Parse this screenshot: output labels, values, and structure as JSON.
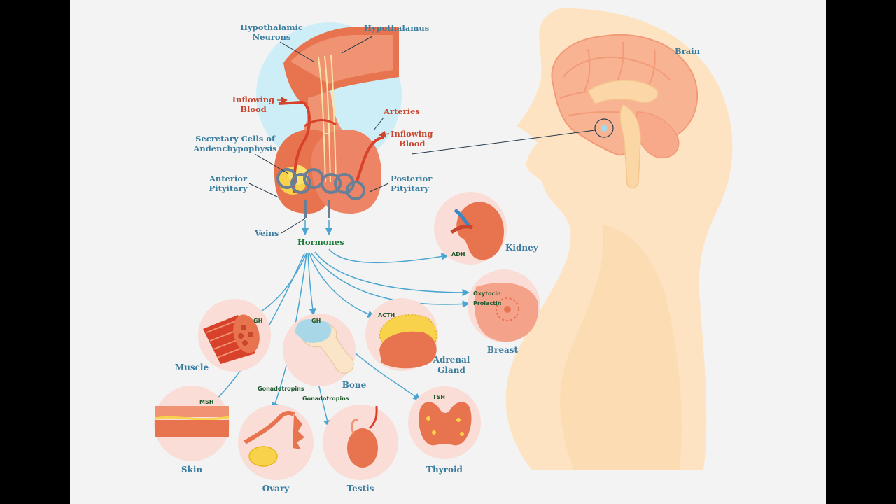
{
  "colors": {
    "background": "#f4f3f3",
    "label_blue": "#3a7c9e",
    "label_red": "#c8452e",
    "label_green": "#1f7a3c",
    "arrow": "#4aa6d0",
    "gland": "#e8734f",
    "halo": "#cdeef6",
    "silhouette": "#fde3c2"
  },
  "labels": {
    "hypothalamic_neurons_1": "Hypothalamic",
    "hypothalamic_neurons_2": "Neurons",
    "hypothalamus": "Hypothalamus",
    "inflowing_blood_left_1": "Inflowing",
    "inflowing_blood_left_2": "Blood",
    "arteries": "Arteries",
    "inflowing_blood_right_1": "Inflowing",
    "inflowing_blood_right_2": "Blood",
    "secretory_cells_1": "Secretary Cells of",
    "secretory_cells_2": "Andenchypophysis",
    "anterior_pituitary_1": "Anterior",
    "anterior_pituitary_2": "Pityitary",
    "posterior_pituitary_1": "Posterior",
    "posterior_pituitary_2": "Pityitary",
    "veins": "Veins",
    "hormones": "Hormones",
    "brain": "Brain"
  },
  "targets": {
    "kidney": "Kidney",
    "breast": "Breast",
    "adrenal_1": "Adrenal",
    "adrenal_2": "Gland",
    "muscle": "Muscle",
    "bone": "Bone",
    "skin": "Skin",
    "ovary": "Ovary",
    "testis": "Testis",
    "thyroid": "Thyroid"
  },
  "hormone_tags": {
    "adh": "ADH",
    "oxytocin": "Oxytocin",
    "prolactin": "Prolactin",
    "acth": "ACTH",
    "gh_muscle": "GH",
    "gh_bone": "GH",
    "msh": "MSH",
    "gonadotropins_ovary": "Gonadotropins",
    "gonadotropins_testis": "Gonadotropins",
    "tsh": "TSH"
  },
  "icons": [
    "brain-icon",
    "kidney-icon",
    "breast-icon",
    "adrenal-gland-icon",
    "muscle-icon",
    "bone-icon",
    "skin-icon",
    "ovary-icon",
    "testis-icon",
    "thyroid-icon",
    "pituitary-gland-icon"
  ]
}
